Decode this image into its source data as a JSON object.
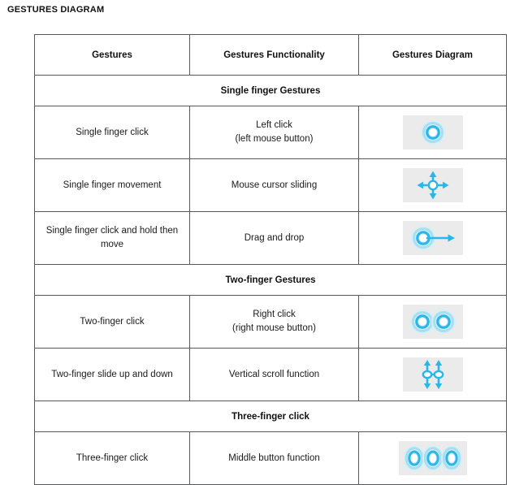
{
  "page": {
    "title": "GESTURES DIAGRAM"
  },
  "colors": {
    "accent": "#29b6e8",
    "accent_light": "#a8dff0",
    "accent_halo": "#d6eff8",
    "plate_bg": "#ebebeb",
    "border": "#58595b",
    "text": "#1a1a1a"
  },
  "table": {
    "headers": [
      "Gestures",
      "Gestures Functionality",
      "Gestures Diagram"
    ],
    "sections": [
      {
        "title": "Single finger Gestures",
        "rows": [
          {
            "gesture": "Single finger click",
            "functionality_lines": [
              "Left click",
              "(left mouse button)"
            ],
            "diagram_icon": "single-tap-ring-icon"
          },
          {
            "gesture": "Single finger movement",
            "functionality_lines": [
              "Mouse cursor sliding"
            ],
            "diagram_icon": "four-way-arrow-icon"
          },
          {
            "gesture": "Single finger click and hold then move",
            "functionality_lines": [
              "Drag and drop"
            ],
            "diagram_icon": "drag-arrow-ring-icon"
          }
        ]
      },
      {
        "title": "Two-finger Gestures",
        "rows": [
          {
            "gesture": "Two-finger click",
            "functionality_lines": [
              "Right click",
              "(right mouse button)"
            ],
            "diagram_icon": "double-ring-icon"
          },
          {
            "gesture": "Two-finger slide up and down",
            "functionality_lines": [
              "Vertical scroll function"
            ],
            "diagram_icon": "vertical-scroll-icon"
          }
        ]
      },
      {
        "title": "Three-finger click",
        "rows": [
          {
            "gesture": "Three-finger click",
            "functionality_lines": [
              "Middle button function"
            ],
            "diagram_icon": "triple-ring-icon"
          }
        ]
      }
    ]
  }
}
